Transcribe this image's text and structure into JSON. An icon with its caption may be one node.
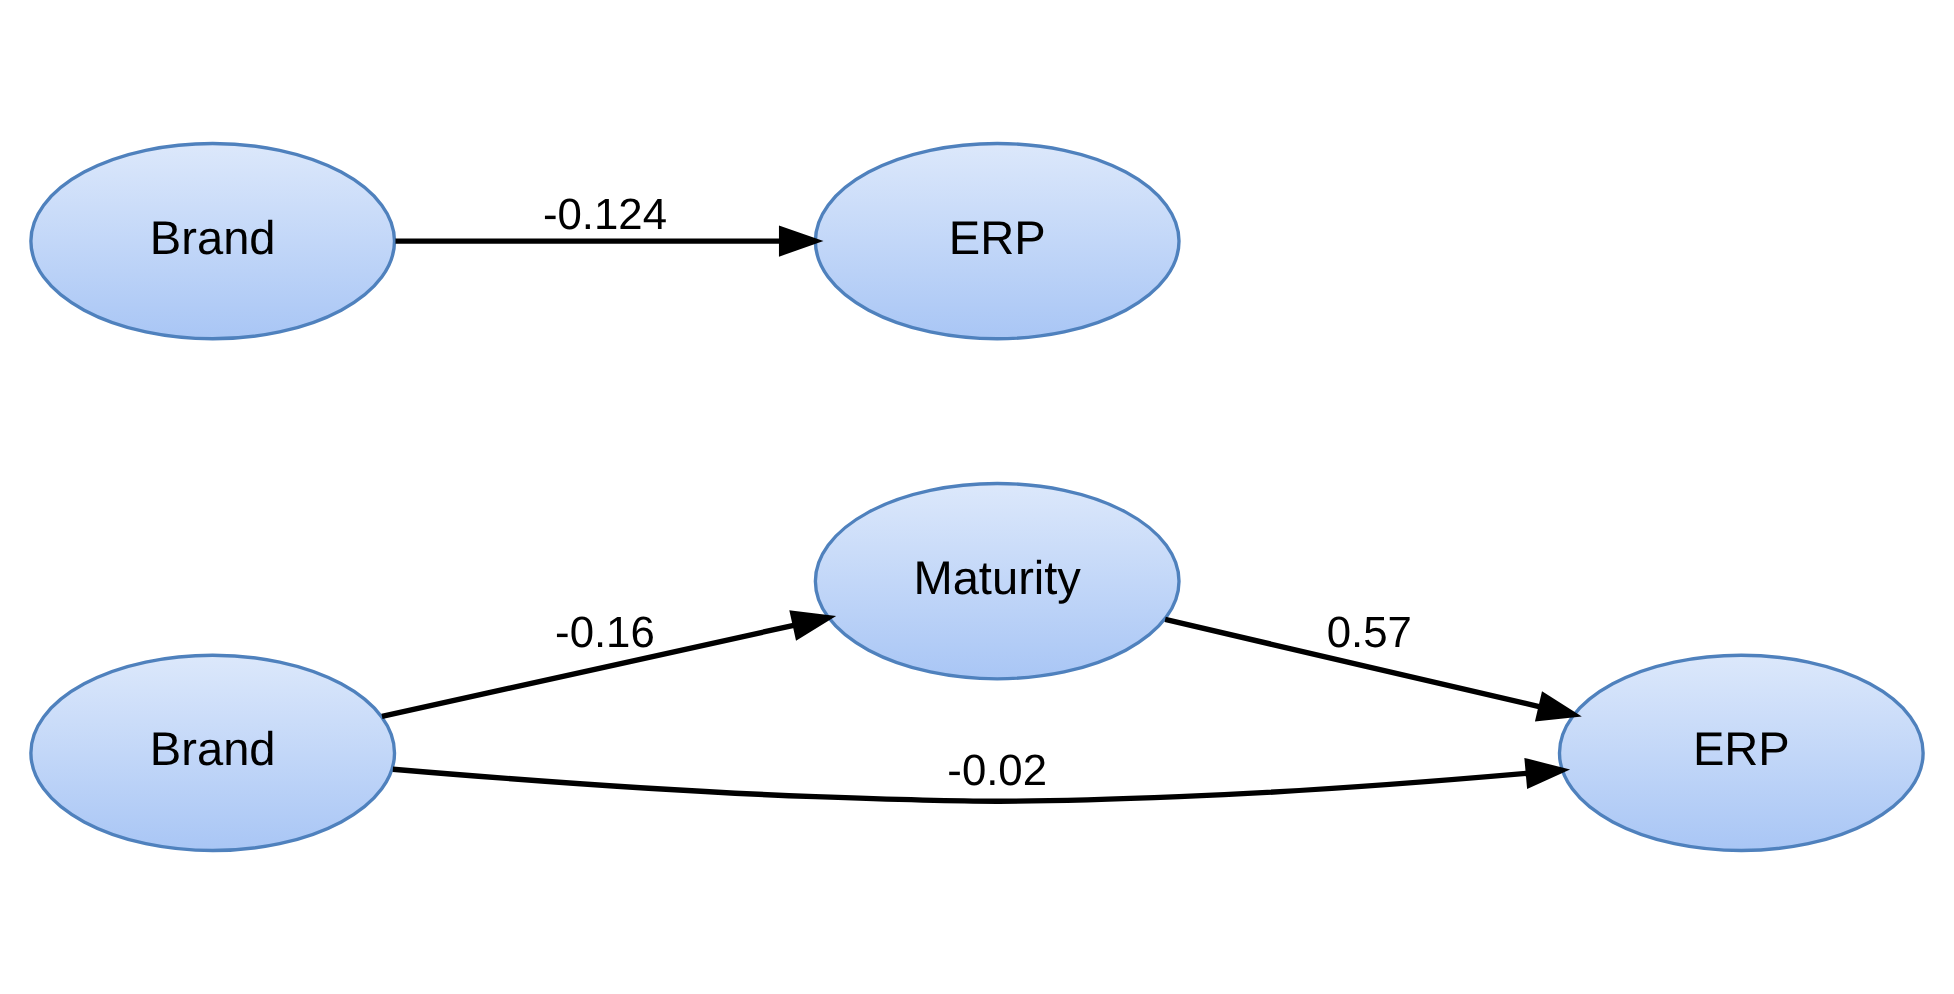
{
  "diagram": {
    "nodes": [
      {
        "text": [
          "Maturity"
        ]
      },
      {
        "text": [
          "Brand"
        ]
      },
      {
        "text": [
          "ERP"
        ]
      },
      {
        "text": [
          "Brand"
        ]
      },
      {
        "text": [
          "ERP"
        ]
      }
    ],
    "edges": [
      {
        "from": 1,
        "to": 0,
        "arrow": "to",
        "label": "-0.16"
      },
      {
        "from": 0,
        "to": 2,
        "arrow": "to",
        "label": "0.57"
      },
      {
        "from": 1,
        "to": 2,
        "arrow": "to",
        "label": "-0.02"
      },
      {
        "from": 3,
        "to": 4,
        "arrow": "to",
        "label": "-0.124"
      }
    ]
  }
}
